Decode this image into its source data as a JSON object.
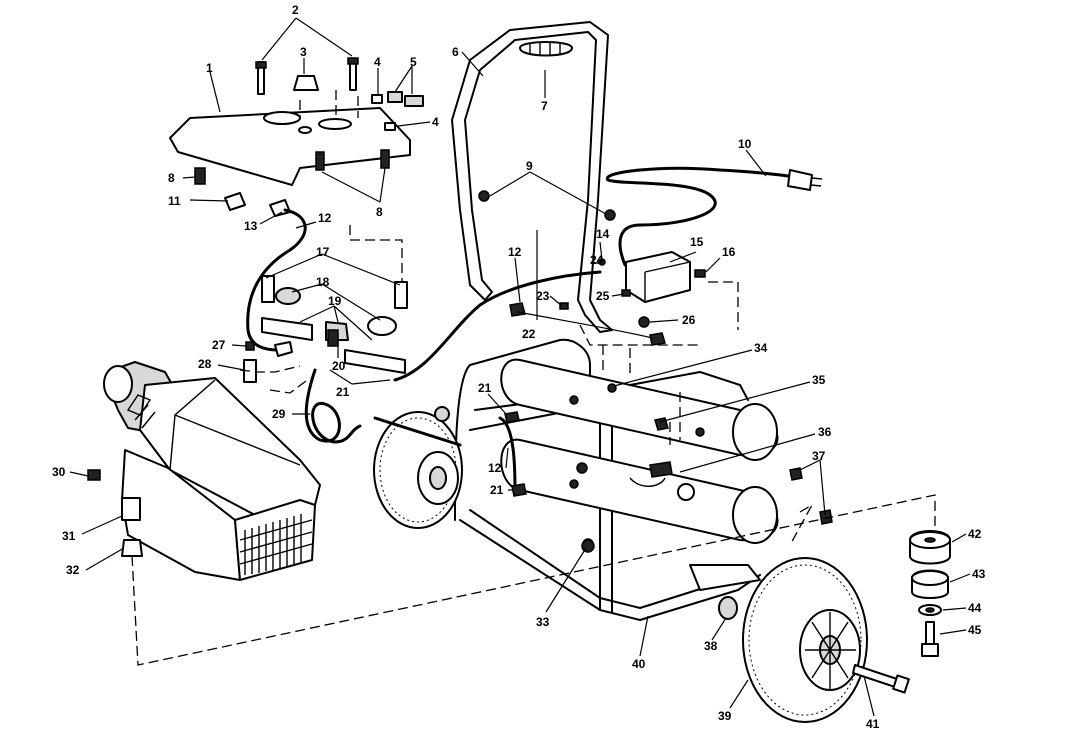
{
  "diagram": {
    "callouts": [
      {
        "id": "c1",
        "text": "1"
      },
      {
        "id": "c2",
        "text": "2"
      },
      {
        "id": "c3",
        "text": "3"
      },
      {
        "id": "c4a",
        "text": "4"
      },
      {
        "id": "c5",
        "text": "5"
      },
      {
        "id": "c4b",
        "text": "4"
      },
      {
        "id": "c6",
        "text": "6"
      },
      {
        "id": "c7",
        "text": "7"
      },
      {
        "id": "c8a",
        "text": "8"
      },
      {
        "id": "c8b",
        "text": "8"
      },
      {
        "id": "c9",
        "text": "9"
      },
      {
        "id": "c10",
        "text": "10"
      },
      {
        "id": "c11",
        "text": "11"
      },
      {
        "id": "c12a",
        "text": "12"
      },
      {
        "id": "c13",
        "text": "13"
      },
      {
        "id": "c12b",
        "text": "12"
      },
      {
        "id": "c14",
        "text": "14"
      },
      {
        "id": "c15",
        "text": "15"
      },
      {
        "id": "c16",
        "text": "16"
      },
      {
        "id": "c17",
        "text": "17"
      },
      {
        "id": "c18",
        "text": "18"
      },
      {
        "id": "c19",
        "text": "19"
      },
      {
        "id": "c20",
        "text": "20"
      },
      {
        "id": "c21a",
        "text": "21"
      },
      {
        "id": "c22",
        "text": "22"
      },
      {
        "id": "c23",
        "text": "23"
      },
      {
        "id": "c24",
        "text": "24"
      },
      {
        "id": "c25",
        "text": "25"
      },
      {
        "id": "c26",
        "text": "26"
      },
      {
        "id": "c27",
        "text": "27"
      },
      {
        "id": "c28",
        "text": "28"
      },
      {
        "id": "c29",
        "text": "29"
      },
      {
        "id": "c21b",
        "text": "21"
      },
      {
        "id": "c12c",
        "text": "12"
      },
      {
        "id": "c21c",
        "text": "21"
      },
      {
        "id": "c34",
        "text": "34"
      },
      {
        "id": "c35",
        "text": "35"
      },
      {
        "id": "c36",
        "text": "36"
      },
      {
        "id": "c37",
        "text": "37"
      },
      {
        "id": "c30",
        "text": "30"
      },
      {
        "id": "c31",
        "text": "31"
      },
      {
        "id": "c32",
        "text": "32"
      },
      {
        "id": "c33",
        "text": "33"
      },
      {
        "id": "c38",
        "text": "38"
      },
      {
        "id": "c40",
        "text": "40"
      },
      {
        "id": "c39",
        "text": "39"
      },
      {
        "id": "c41",
        "text": "41"
      },
      {
        "id": "c42",
        "text": "42"
      },
      {
        "id": "c43",
        "text": "43"
      },
      {
        "id": "c44",
        "text": "44"
      },
      {
        "id": "c45",
        "text": "45"
      }
    ]
  }
}
